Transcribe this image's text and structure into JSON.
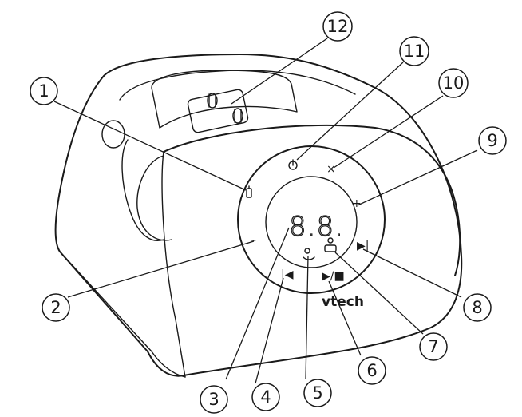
{
  "device": {
    "display_digits": "8.8.",
    "brand": "vtech",
    "buttons": {
      "power": "⏻",
      "close": "×",
      "plus": "+",
      "minus": "–",
      "next": "▶|",
      "prev": "|◀",
      "play_stop": "▶/■"
    }
  },
  "callouts": [
    {
      "number": "1"
    },
    {
      "number": "2"
    },
    {
      "number": "3"
    },
    {
      "number": "4"
    },
    {
      "number": "5"
    },
    {
      "number": "6"
    },
    {
      "number": "7"
    },
    {
      "number": "8"
    },
    {
      "number": "9"
    },
    {
      "number": "10"
    },
    {
      "number": "11"
    },
    {
      "number": "12"
    }
  ]
}
